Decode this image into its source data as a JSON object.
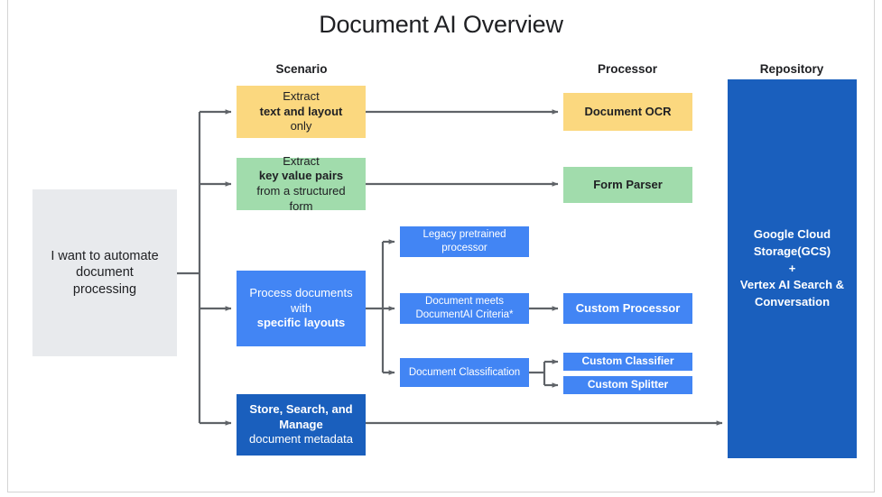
{
  "page": {
    "title": "Document AI Overview"
  },
  "columns": {
    "scenario": "Scenario",
    "processor": "Processor",
    "repository": "Repository"
  },
  "colors": {
    "yellow": "#fbd87f",
    "green": "#a1dcac",
    "blue": "#4285f4",
    "dark_blue": "#1a5fbd",
    "gray": "#e8eaed",
    "connector": "#5f6368",
    "title_text": "#202124"
  },
  "nodes": {
    "intent": {
      "label": "I want to automate document processing",
      "line1": "I want to automate",
      "line2": "document",
      "line3": "processing"
    },
    "extract_text": {
      "label": "Extract text and layout only",
      "prefix": "Extract ",
      "bold": "text and layout",
      "suffix": " only"
    },
    "extract_key_value": {
      "label": "Extract key value pairs from a structured form",
      "prefix": "Extract ",
      "bold": "key value pairs",
      "suffix": " from a structured form"
    },
    "process_layouts": {
      "label": "Process documents with specific layouts",
      "prefix": "Process documents with ",
      "bold": "specific layouts"
    },
    "store_manage": {
      "label": "Store, Search, and Manage document metadata",
      "bold": "Store, Search, and Manage",
      "suffix": " document metadata"
    },
    "legacy_pretrained": {
      "label": "Legacy pretrained processor"
    },
    "document_criteria": {
      "label": "Document meets DocumentAI Criteria*"
    },
    "document_classification": {
      "label": "Document Classification"
    },
    "document_ocr": {
      "label": "Document OCR"
    },
    "form_parser": {
      "label": "Form Parser"
    },
    "custom_processor": {
      "label": "Custom Processor"
    },
    "custom_classifier": {
      "label": "Custom Classifier"
    },
    "custom_splitter": {
      "label": "Custom Splitter"
    },
    "repository": {
      "label": "Google Cloud Storage(GCS) + Vertex AI Search & Conversation",
      "line1": "Google Cloud",
      "line2": "Storage(GCS)",
      "line3": "+",
      "line4": "Vertex AI Search &",
      "line5": "Conversation"
    }
  }
}
